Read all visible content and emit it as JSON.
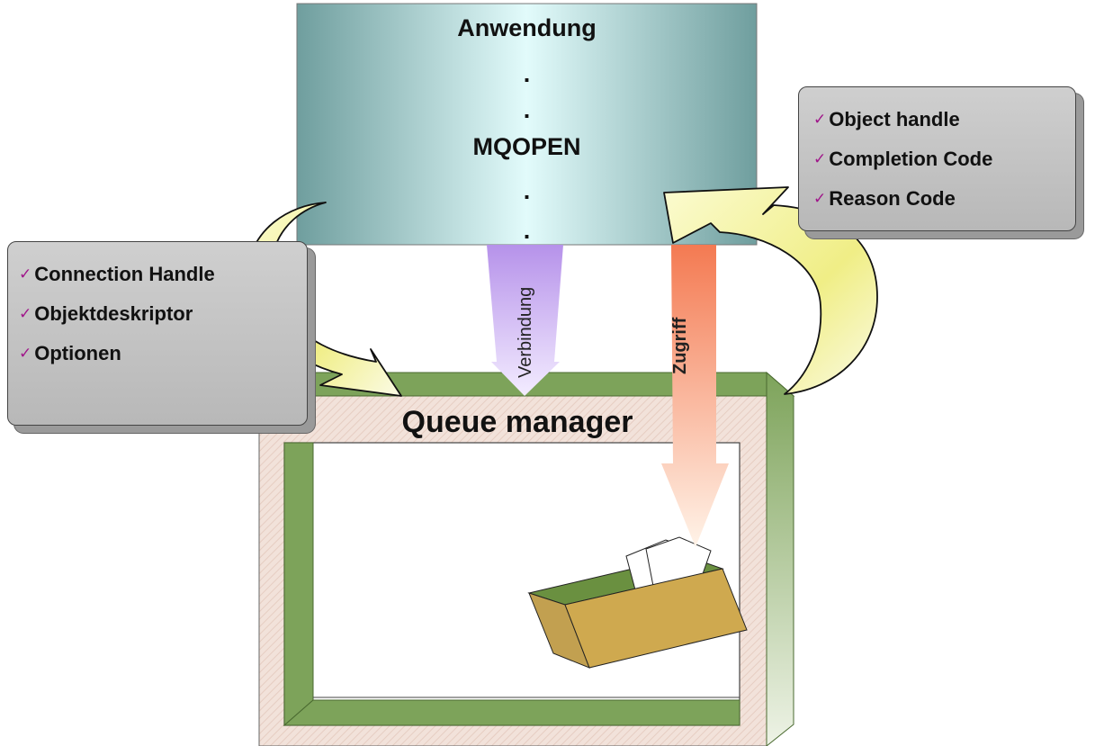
{
  "application": {
    "title": "Anwendung",
    "dots_top": [
      ".",
      "."
    ],
    "call": "MQOPEN",
    "dots_bottom": [
      ".",
      "."
    ]
  },
  "input_box": {
    "items": [
      "Connection Handle",
      "Objektdeskriptor",
      "Optionen"
    ]
  },
  "output_box": {
    "items": [
      "Object handle",
      "Completion Code",
      "Reason Code"
    ]
  },
  "arrows": {
    "connection_label": "Verbindung",
    "access_label": "Zugriff"
  },
  "queue_manager": {
    "title": "Queue manager"
  },
  "icons": {
    "check": "✓"
  },
  "colors": {
    "app_box": "#7fb0b0",
    "frame_green": "#7da35a",
    "frame_pink": "#f0dcd4",
    "box_gray": "#bdbdbd",
    "check_purple": "#a0168a",
    "connection_arrow": "#b99be8",
    "access_arrow": "#f5926a",
    "curve_arrow": "#f4f29a"
  }
}
